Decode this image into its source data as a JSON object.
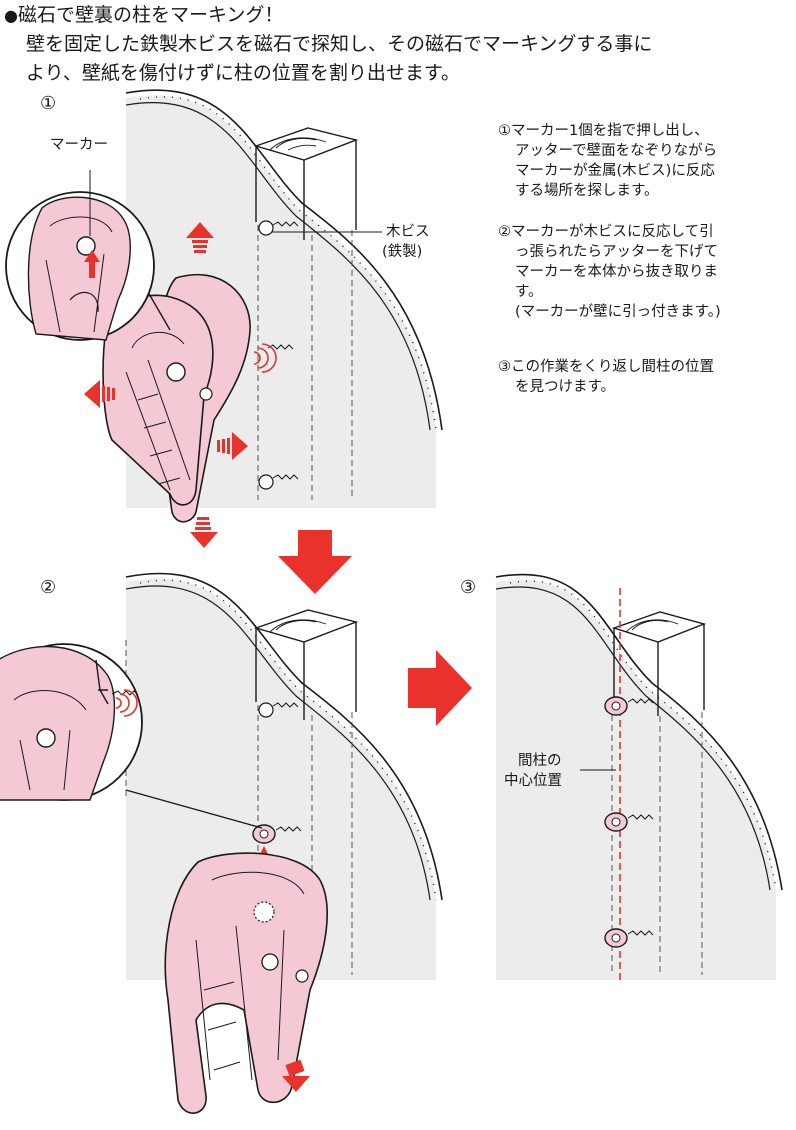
{
  "header": {
    "bullet": "●",
    "title": "磁石で壁裏の柱をマーキング！",
    "lead_lines": [
      "壁を固定した鉄製木ビスを磁石で探知し、その磁石でマーキングする事に",
      "より、壁紙を傷付けずに柱の位置を割り出せます。"
    ]
  },
  "panels": [
    {
      "number": "①",
      "labels": {
        "marker": "マーカー",
        "screw_line1": "木ビス",
        "screw_line2": "(鉄製)"
      }
    },
    {
      "number": "②"
    },
    {
      "number": "③",
      "labels": {
        "stud_line1": "間柱の",
        "stud_line2": "中心位置"
      }
    }
  ],
  "steps": [
    {
      "lines": [
        "①マーカー1個を指で押し出し、",
        "アッターで壁面をなぞりながら",
        "マーカーが金属(木ビス)に反応",
        "する場所を探します。"
      ]
    },
    {
      "lines": [
        "②マーカーが木ビスに反応して引",
        "っ張られたらアッターを下げて",
        "マーカーを本体から抜き取りま",
        "す。",
        "(マーカーが壁に引っ付きます。)"
      ]
    },
    {
      "lines": [
        "③この作業をくり返し間柱の位置",
        "を見つけます。"
      ]
    }
  ],
  "colors": {
    "accent_red": "#e8322b",
    "device_pink": "#f4c9d4",
    "wall_gray": "#ececec",
    "line": "#1a1a1a"
  }
}
